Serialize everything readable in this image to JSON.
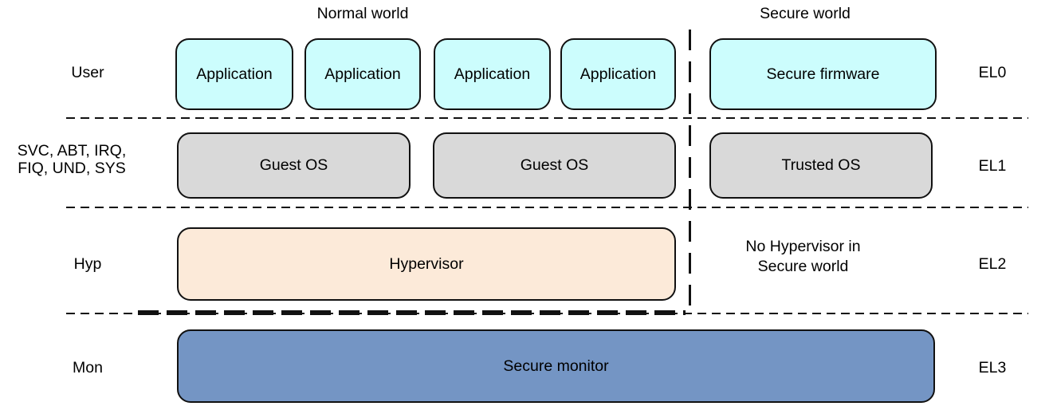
{
  "diagram": {
    "world_headers": {
      "normal": "Normal world",
      "secure": "Secure world"
    },
    "left_labels": {
      "el0": "User",
      "el1_line1": "SVC, ABT, IRQ,",
      "el1_line2": "FIQ, UND, SYS",
      "el2": "Hyp",
      "el3": "Mon"
    },
    "right_labels": {
      "el0": "EL0",
      "el1": "EL1",
      "el2": "EL2",
      "el3": "EL3"
    },
    "boxes": {
      "applications": [
        "Application",
        "Application",
        "Application",
        "Application"
      ],
      "secure_firmware": "Secure firmware",
      "guest_os": [
        "Guest OS",
        "Guest OS"
      ],
      "trusted_os": "Trusted OS",
      "hypervisor": "Hypervisor",
      "secure_monitor": "Secure monitor"
    },
    "notes": {
      "no_hypervisor_line1": "No Hypervisor in",
      "no_hypervisor_line2": "Secure world"
    },
    "colors": {
      "application_fill": "#ccfdfd",
      "os_fill": "#d9d9d9",
      "hypervisor_fill": "#fcead9",
      "monitor_fill": "#7495c4",
      "outline": "#111111"
    }
  }
}
